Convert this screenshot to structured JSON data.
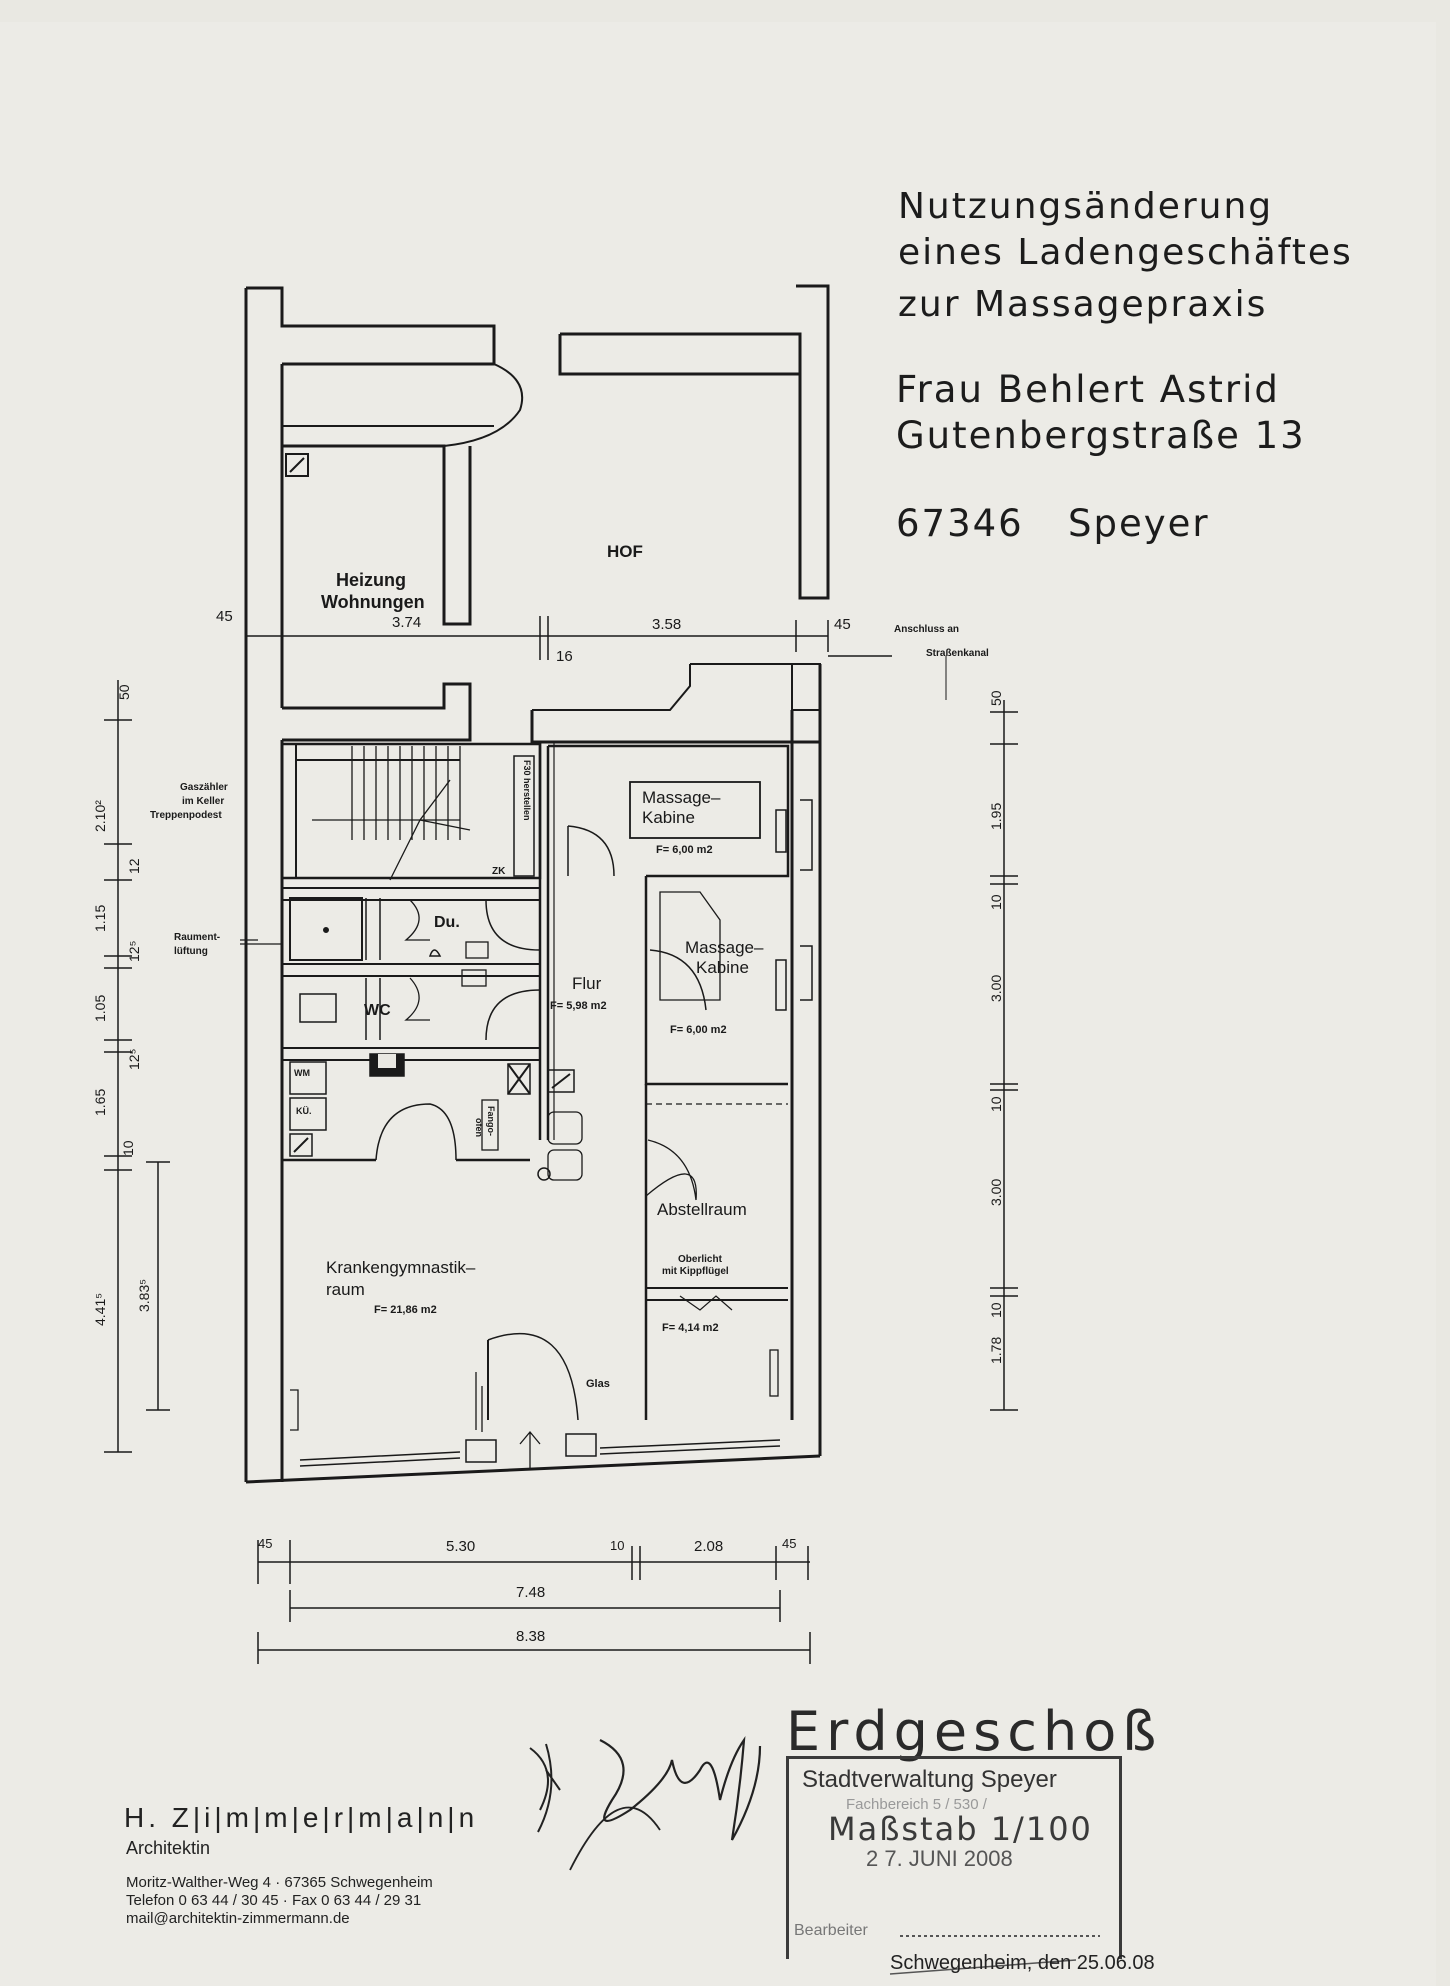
{
  "title": {
    "line1": "Nutzungsänderung",
    "line2": "eines Ladengeschäftes",
    "line3": "zur Massagepraxis",
    "owner": "Frau Behlert Astrid",
    "street": "Gutenbergstraße 13",
    "zip": "67346",
    "city": "Speyer"
  },
  "rooms": {
    "hof": "HOF",
    "heizung_1": "Heizung",
    "heizung_2": "Wohnungen",
    "massage1_1": "Massage–",
    "massage1_2": "Kabine",
    "massage1_area": "F= 6,00 m2",
    "massage2_1": "Massage–",
    "massage2_2": "Kabine",
    "massage2_area": "F= 6,00 m2",
    "du": "Du.",
    "wc": "WC",
    "flur": "Flur",
    "flur_area": "F= 5,98 m2",
    "wm": "WM",
    "ku": "KÜ.",
    "fango_1": "Fango-",
    "fango_2": "ofen",
    "abstell": "Abstellraum",
    "oberlicht_1": "Oberlicht",
    "oberlicht_2": "mit Kippflügel",
    "abstell_area": "F= 4,14 m2",
    "kg_1": "Krankengymnastik–",
    "kg_2": "raum",
    "kg_area": "F= 21,86 m2",
    "glas": "Glas",
    "zk": "ZK",
    "f30": "F30 herstellen"
  },
  "notes": {
    "gas_1": "Gaszähler",
    "gas_2": "im Keller",
    "gas_3": "Treppenpodest",
    "raum_1": "Raument-",
    "raum_2": "lüftung",
    "ansch_1": "Anschluss an",
    "ansch_2": "Straßenkanal"
  },
  "dims": {
    "d45a": "45",
    "d374": "3.74",
    "d16": "16",
    "d358": "3.58",
    "d45b": "45",
    "l50": "50",
    "l210": "2.10²",
    "l12": "12",
    "l115": "1.15",
    "l12b": "12⁵",
    "l105": "1.05",
    "l12c": "12⁵",
    "l165": "1.65",
    "l10": "10",
    "l441": "4.41⁵",
    "l383": "3.83⁵",
    "r50": "50",
    "r195": "1.95",
    "r10a": "10",
    "r300a": "3.00",
    "r10b": "10",
    "r300b": "3.00",
    "r10c": "10",
    "r178": "1.78",
    "b45a": "45",
    "b530": "5.30",
    "b10": "10",
    "b208": "2.08",
    "b45b": "45",
    "b748": "7.48",
    "b838": "8.38"
  },
  "floor": "Erdgeschoß",
  "stamp": {
    "line1": "Stadtverwaltung Speyer",
    "line2": "Fachbereich 5 / 530 /",
    "scale": "Maßstab 1/100",
    "date": "2 7. JUNI 2008",
    "bearbeiter": "Bearbeiter"
  },
  "architect": {
    "name": "H. Z|i|m|m|e|r|m|a|n|n",
    "title": "Architektin",
    "addr": "Moritz-Walther-Weg 4 · 67365 Schwegenheim",
    "phone": "Telefon 0 63 44 / 30 45 · Fax 0 63 44 / 29 31",
    "mail": "mail@architektin-zimmermann.de"
  },
  "place_date": "Schwegenheim, den 25.06.08"
}
